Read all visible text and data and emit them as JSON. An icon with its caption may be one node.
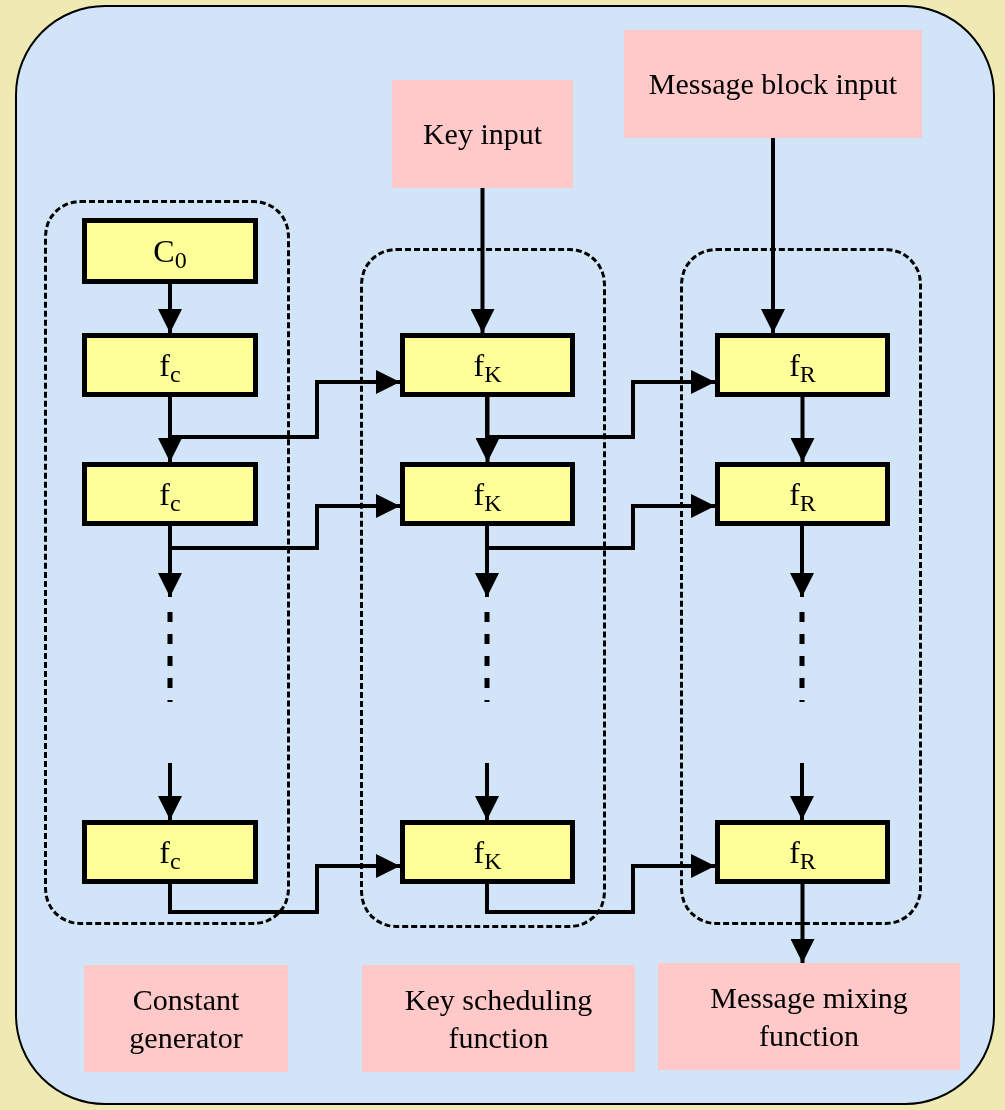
{
  "diagram": {
    "nodes": [
      {
        "text": [
          "Message block input"
        ]
      },
      {
        "text": [
          "Key input"
        ]
      },
      {
        "text": [],
        "shape": "box"
      },
      {
        "text": [
          "C$_{0}$"
        ],
        "in": 2
      },
      {
        "text": [
          "f$_{c}$"
        ],
        "in": 2
      },
      {
        "text": [
          "f$_{c}$"
        ],
        "in": 2
      },
      {
        "text": [
          "f$_{c}$"
        ],
        "in": 2
      },
      {
        "text": [],
        "shape": "box"
      },
      {
        "text": [
          "f$_{K}$"
        ],
        "in": 7
      },
      {
        "text": [
          "f$_{K}$"
        ],
        "in": 7
      },
      {
        "text": [
          "f$_{K}$"
        ],
        "in": 7
      },
      {
        "text": [],
        "shape": "box"
      },
      {
        "text": [
          "f$_{R}$"
        ],
        "in": 11
      },
      {
        "text": [
          "f$_{R}$"
        ],
        "in": 11
      },
      {
        "text": [
          "f$_{R}$"
        ],
        "in": 11
      },
      {
        "text": [
          "Constant generator"
        ]
      },
      {
        "text": [
          "Key scheduling function"
        ]
      },
      {
        "text": [
          "Message mixing function"
        ]
      }
    ],
    "edges": [
      {
        "from": 1,
        "to": 8,
        "arrow": "to"
      },
      {
        "from": 0,
        "to": 12,
        "arrow": "to"
      },
      {
        "from": 3,
        "to": 4,
        "arrow": "to"
      },
      {
        "from": 4,
        "to": 5,
        "arrow": "to"
      },
      {
        "from": 4,
        "to": 8,
        "arrow": "to"
      },
      {
        "from": 5,
        "to": null,
        "arrow": "to"
      },
      {
        "from": null,
        "to": 6,
        "arrow": "to"
      },
      {
        "from": 5,
        "to": 9,
        "arrow": "to"
      },
      {
        "from": 6,
        "to": 10,
        "arrow": "to"
      },
      {
        "from": 8,
        "to": 9,
        "arrow": "to"
      },
      {
        "from": 8,
        "to": 12,
        "arrow": "to"
      },
      {
        "from": 9,
        "to": null,
        "arrow": "to"
      },
      {
        "from": null,
        "to": 10,
        "arrow": "to"
      },
      {
        "from": 9,
        "to": 13,
        "arrow": "to"
      },
      {
        "from": 10,
        "to": 14,
        "arrow": "to"
      },
      {
        "from": 12,
        "to": 13,
        "arrow": "to"
      },
      {
        "from": 13,
        "to": null,
        "arrow": "to"
      },
      {
        "from": null,
        "to": 14,
        "arrow": "to"
      },
      {
        "from": 14,
        "to": 17,
        "arrow": "to"
      }
    ]
  }
}
